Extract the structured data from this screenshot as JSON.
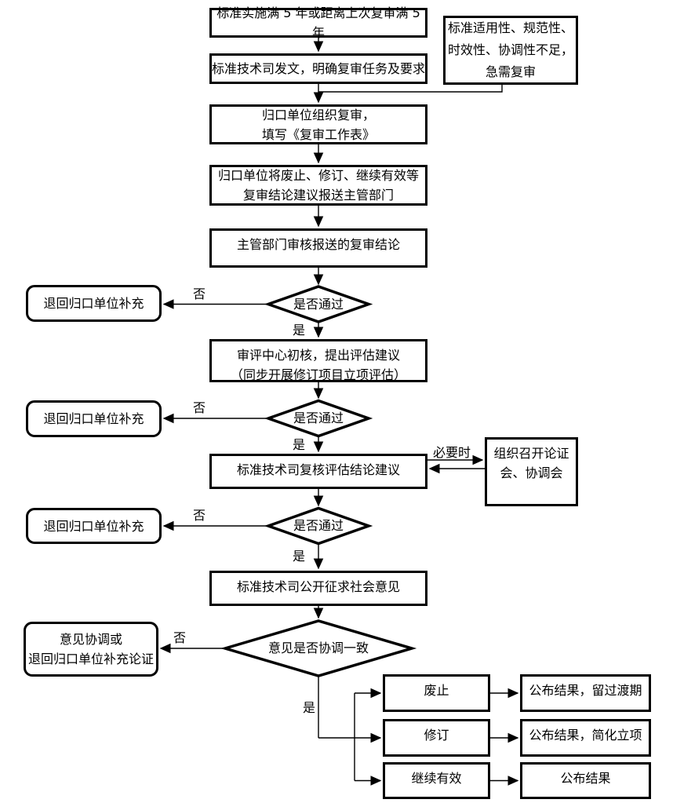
{
  "flowchart": {
    "nodes": {
      "start": "标准实施满 5 年或距离上次复审满 5 年",
      "issue_task": "标准技术司发文，明确复审任务及要求",
      "urgent_trigger": {
        "line1": "标准适用性、规范性、",
        "line2": "时效性、协调性不足，",
        "line3": "急需复审"
      },
      "organize_review": {
        "line1": "归口单位组织复审，",
        "line2": "填写《复审工作表》"
      },
      "submit_conclusion": {
        "line1": "归口单位将废止、修订、继续有效等",
        "line2": "复审结论建议报送主管部门"
      },
      "dept_review": "主管部门审核报送的复审结论",
      "center_check": {
        "line1": "审评中心初核，提出评估建议",
        "line2": "（同步开展修订项目立项评估）"
      },
      "tech_verify": "标准技术司复核评估结论建议",
      "meeting": {
        "line1": "组织召开论证",
        "line2": "会、协调会"
      },
      "public_comment": "标准技术司公开征求社会意见",
      "return_supplement": "退回归口单位补充",
      "coordinate_or_return": {
        "line1": "意见协调或",
        "line2": "退回归口单位补充论证"
      },
      "abolish": "废止",
      "revise": "修订",
      "continue_valid": "继续有效",
      "result_abolish": "公布结果，留过渡期",
      "result_revise": "公布结果，简化立项",
      "result_continue": "公布结果"
    },
    "decisions": {
      "pass": "是否通过",
      "consensus": "意见是否协调一致"
    },
    "edge_labels": {
      "yes": "是",
      "no": "否",
      "when_necessary": "必要时"
    },
    "colors": {
      "stroke": "#000000",
      "background": "#ffffff"
    }
  }
}
